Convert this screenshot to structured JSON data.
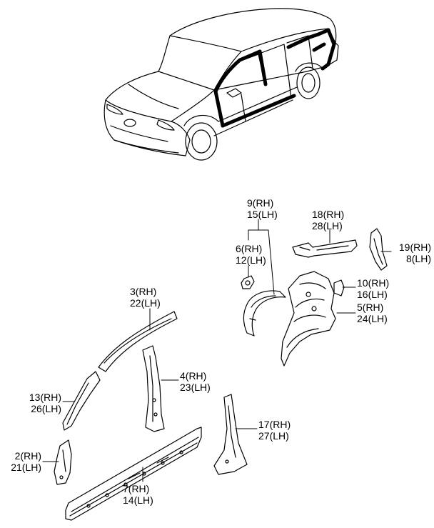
{
  "callouts": [
    {
      "id": "c1",
      "rh": "9(RH)",
      "lh": "15(LH)"
    },
    {
      "id": "c2",
      "rh": "18(RH)",
      "lh": "28(LH)"
    },
    {
      "id": "c3",
      "rh": "6(RH)",
      "lh": "12(LH)"
    },
    {
      "id": "c4",
      "rh": "19(RH)",
      "lh": "8(LH)"
    },
    {
      "id": "c5",
      "rh": "10(RH)",
      "lh": "16(LH)"
    },
    {
      "id": "c6",
      "rh": "5(RH)",
      "lh": "24(LH)"
    },
    {
      "id": "c7",
      "rh": "3(RH)",
      "lh": "22(LH)"
    },
    {
      "id": "c8",
      "rh": "4(RH)",
      "lh": "23(LH)"
    },
    {
      "id": "c9",
      "rh": "13(RH)",
      "lh": "26(LH)"
    },
    {
      "id": "c10",
      "rh": "17(RH)",
      "lh": "27(LH)"
    },
    {
      "id": "c11",
      "rh": "2(RH)",
      "lh": "21(LH)"
    },
    {
      "id": "c12",
      "rh": "7(RH)",
      "lh": "14(LH)"
    }
  ]
}
